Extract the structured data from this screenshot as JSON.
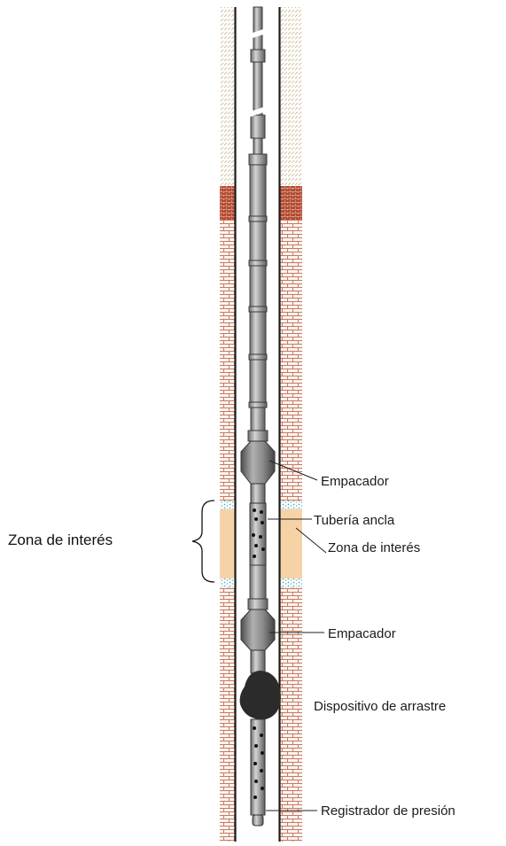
{
  "labels": {
    "zone_left": "Zona de interés",
    "packer_top": "Empacador",
    "anchor_pipe": "Tubería ancla",
    "zone_right": "Zona de interés",
    "packer_bottom": "Empacador",
    "drag_device": "Dispositivo de arrastre",
    "pressure_recorder": "Registrador de presión"
  },
  "colors": {
    "shale": "#cdb58a",
    "brick": "#c77b62",
    "brick_dark": "#a8442e",
    "sand": "#f5d4a8",
    "tool_steel": "#8c8c8c",
    "drag_device": "#2b2b2b"
  }
}
